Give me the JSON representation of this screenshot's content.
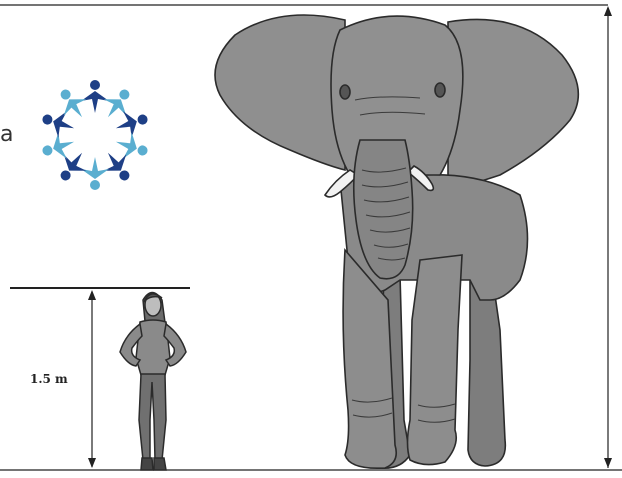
{
  "labels": {
    "woman_height": "1.5 m",
    "partial_text": "a"
  },
  "colors": {
    "elephant_fill": "#8a8a8a",
    "elephant_shade": "#6e6e6e",
    "outline": "#2b2b2b",
    "logo_light_blue": "#5aaed0",
    "logo_dark_blue": "#1e3f86",
    "person_fill": "#7a7a7a"
  },
  "icons": [
    "elephant-illustration",
    "woman-illustration",
    "community-circle-logo"
  ]
}
